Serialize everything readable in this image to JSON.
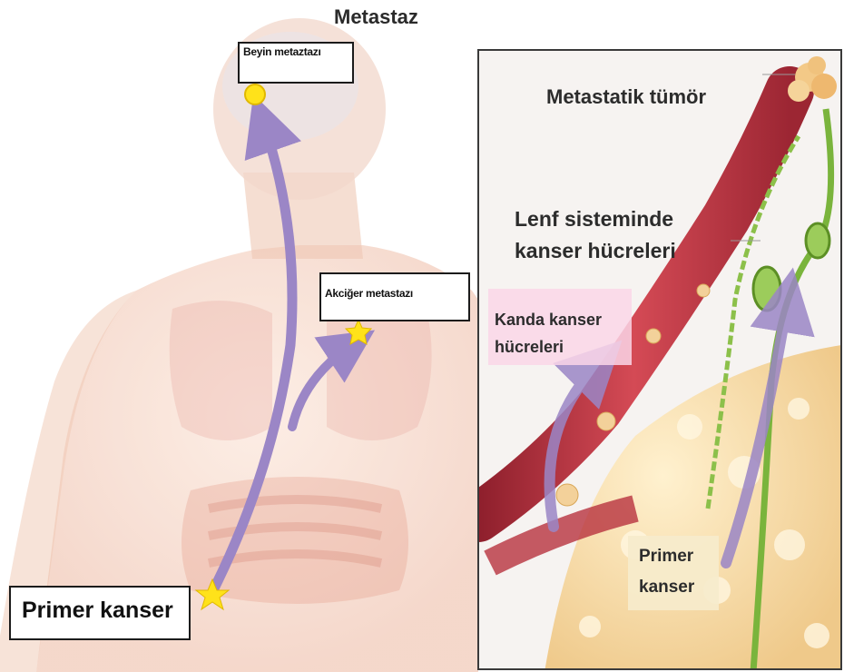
{
  "title": "Metastaz",
  "labels": {
    "brain_metastasis": "Beyin metaztazı",
    "lung_metastasis": "Akciğer metastazı",
    "primary_cancer": "Primer kanser"
  },
  "inset": {
    "metastatic_tumor": "Metastatik tümör",
    "lymph_line1": "Lenf sisteminde",
    "lymph_line2": "kanser hücreleri",
    "blood_line1": "Kanda kanser",
    "blood_line2": "hücreleri",
    "primary_line1": "Primer",
    "primary_line2": "kanser"
  },
  "colors": {
    "arrow": "#9b86c6",
    "body": "#f2c7b2",
    "vessel": "#b8323e",
    "lymph": "#7ab43c",
    "tumor": "#f2d9a0",
    "marker": "#ffe21a"
  }
}
